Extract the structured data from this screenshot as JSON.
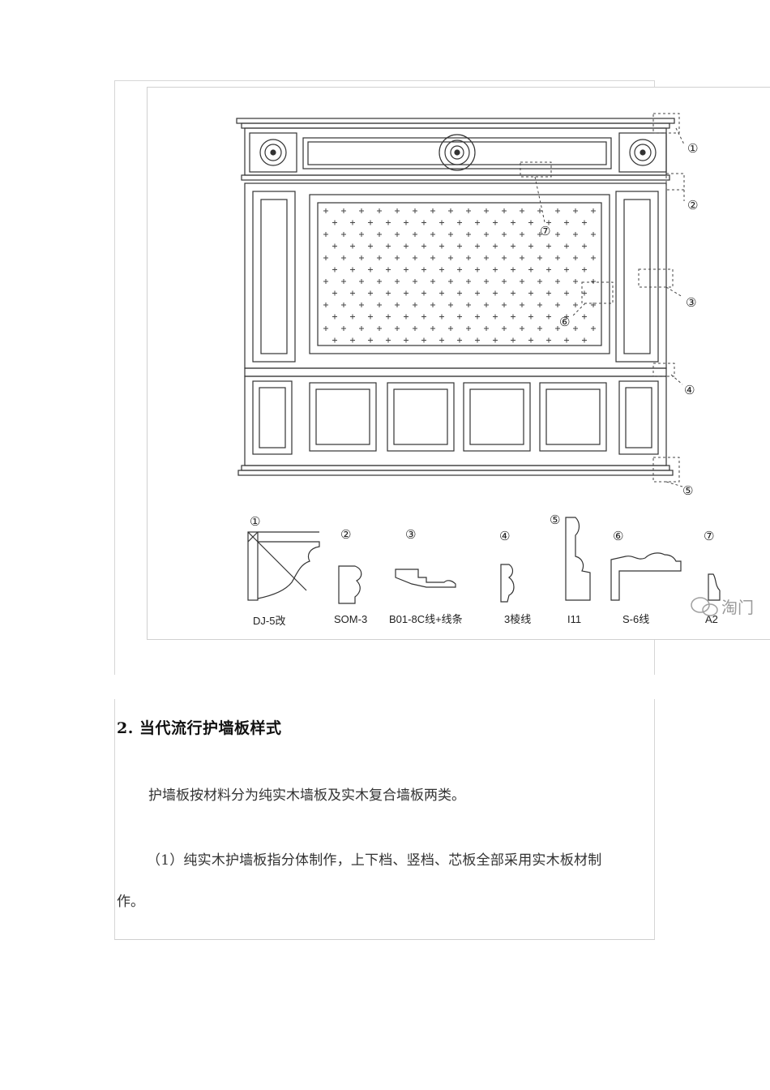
{
  "figure": {
    "callouts": [
      "①",
      "②",
      "③",
      "④",
      "⑤",
      "⑥",
      "⑦"
    ],
    "profile_numbers": [
      "①",
      "②",
      "③",
      "④",
      "⑤",
      "⑥",
      "⑦"
    ],
    "profile_labels": [
      "DJ-5改",
      "SOM-3",
      "B01-8C线+线条",
      "3棱线",
      "I11",
      "S-6线",
      "A2"
    ],
    "watermark": "淘门"
  },
  "section": {
    "heading": "2. 当代流行护墙板样式"
  },
  "paragraphs": {
    "p1": "护墙板按材料分为纯实木墙板及实木复合墙板两类。",
    "p2_line1": "（1）纯实木护墙板指分体制作，上下档、竖档、芯板全部采用实木板材制",
    "p2_line2": "作。"
  }
}
